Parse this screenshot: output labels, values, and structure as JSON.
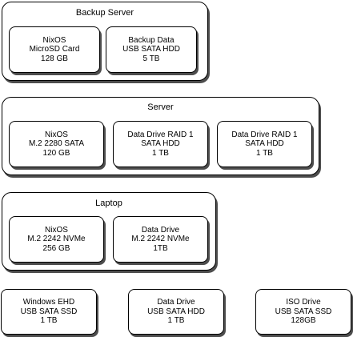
{
  "backup_server": {
    "title": "Backup Server",
    "os_box": {
      "line1": "NixOS",
      "line2": "MicroSD Card",
      "line3": "128 GB"
    },
    "data_box": {
      "line1": "Backup Data",
      "line2": "USB SATA HDD",
      "line3": "5 TB"
    }
  },
  "server": {
    "title": "Server",
    "os_box": {
      "line1": "NixOS",
      "line2": "M.2 2280 SATA",
      "line3": "120 GB"
    },
    "raid_a": {
      "line1": "Data Drive RAID 1",
      "line2": "SATA HDD",
      "line3": "1 TB"
    },
    "raid_b": {
      "line1": "Data Drive RAID 1",
      "line2": "SATA HDD",
      "line3": "1 TB"
    }
  },
  "laptop": {
    "title": "Laptop",
    "os_box": {
      "line1": "NixOS",
      "line2": "M.2 2242 NVMe",
      "line3": "256 GB"
    },
    "data_box": {
      "line1": "Data Drive",
      "line2": "M.2 2242 NVMe",
      "line3": "1TB"
    }
  },
  "external": {
    "windows": {
      "line1": "Windows EHD",
      "line2": "USB SATA SSD",
      "line3": "1 TB"
    },
    "data": {
      "line1": "Data Drive",
      "line2": "USB SATA HDD",
      "line3": "1 TB"
    },
    "iso": {
      "line1": "ISO Drive",
      "line2": "USB SATA SSD",
      "line3": "128GB"
    }
  }
}
